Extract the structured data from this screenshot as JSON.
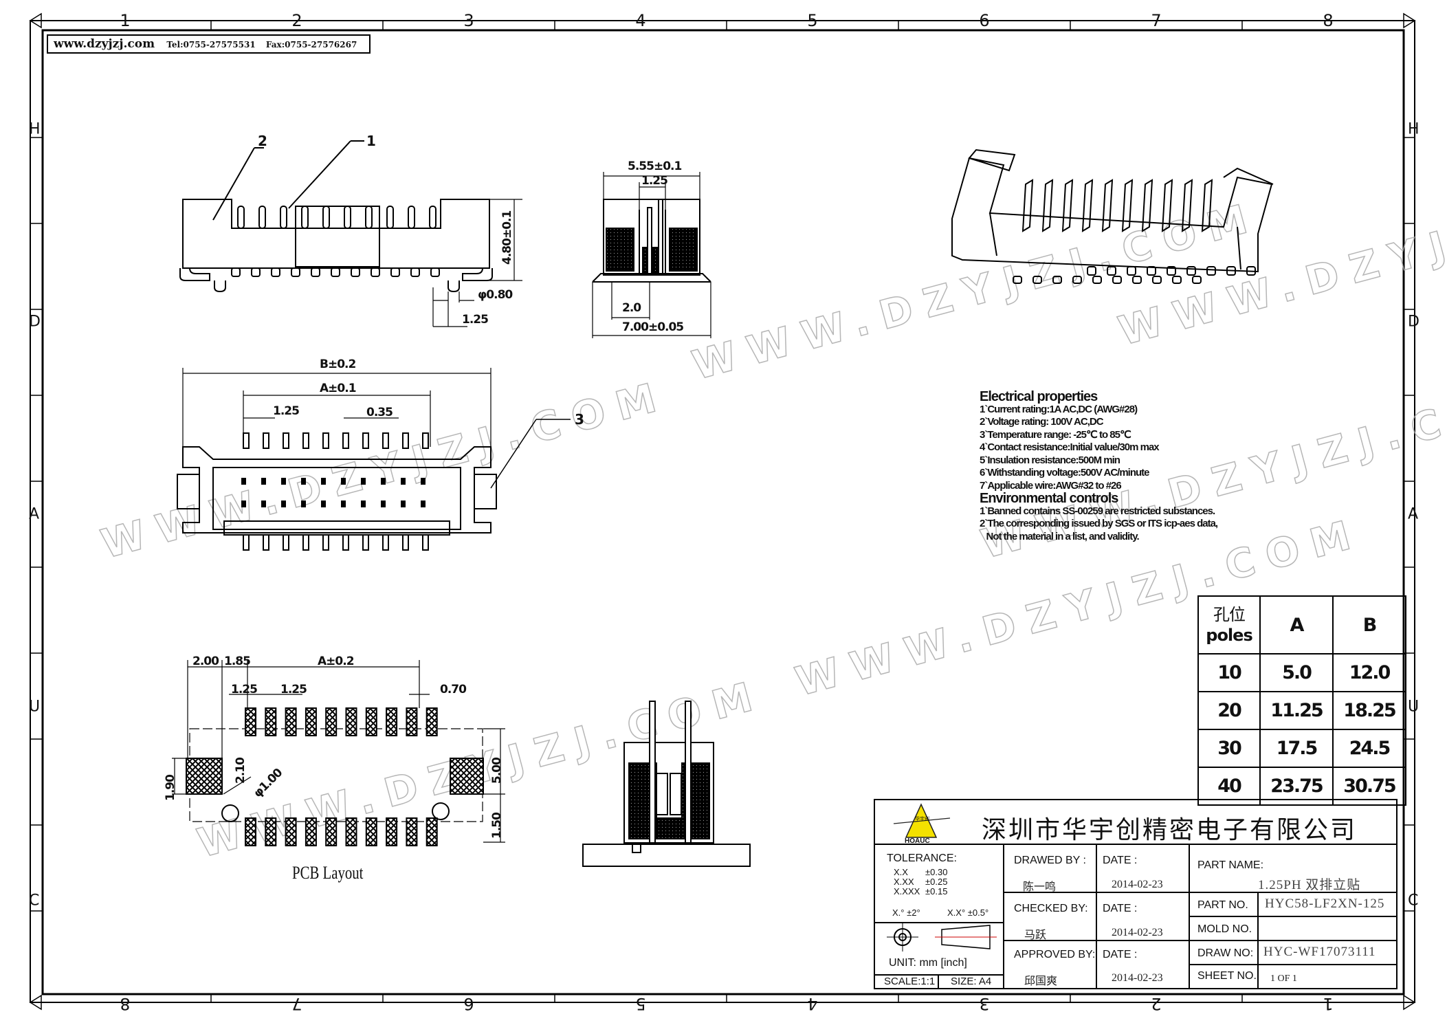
{
  "header": {
    "website": "www.dzyjzj.com",
    "tel": "Tel:0755-27575531",
    "fax": "Fax:0755-27576267"
  },
  "border_zones": {
    "top": [
      "1",
      "2",
      "3",
      "4",
      "5",
      "6",
      "7",
      "8"
    ],
    "bottom": [
      "8",
      "7",
      "6",
      "5",
      "4",
      "3",
      "2",
      "1"
    ],
    "left": [
      "H",
      "D",
      "A",
      "U",
      "C"
    ],
    "right": [
      "H",
      "D",
      "A",
      "U",
      "C"
    ]
  },
  "watermark": "WWW.DZYJZJ.COM",
  "side_view": {
    "balloon_1": "1",
    "balloon_2": "2",
    "height_dim": "4.80±0.1",
    "pin_dia": "φ0.80",
    "pin_offset": "1.25"
  },
  "end_view": {
    "width_dim": "5.55±0.1",
    "pitch_dim": "1.25",
    "inner_dim": "2.0",
    "overall_dim": "7.00±0.05"
  },
  "top_view": {
    "b_dim": "B±0.2",
    "a_dim": "A±0.1",
    "pitch_dim": "1.25",
    "gap_dim": "0.35",
    "balloon_3": "3"
  },
  "pcb_layout": {
    "title": "PCB Layout",
    "dim_200": "2.00",
    "dim_185": "1.85",
    "a_dim": "A±0.2",
    "pitch_a": "1.25",
    "pitch_b": "1.25",
    "pad_width": "0.70",
    "dim_190": "1.90",
    "dim_210": "2.10",
    "hole": "φ1.00",
    "dim_500": "5.00",
    "dim_150": "1.50"
  },
  "properties": {
    "electrical_title": "Electrical properties",
    "electrical": [
      "1`Current rating:1A AC,DC (AWG#28)",
      "2`Voltage rating: 100V AC,DC",
      "3`Temperature range: -25℃ to 85℃",
      "4`Contact resistance:Initial value/30m max",
      "5`Insulation resistance:500M min",
      "6`Withstanding voltage:500V AC/minute",
      "7`Applicable wire:AWG#32 to #26"
    ],
    "environmental_title": "Environmental controls",
    "environmental": [
      "1`Banned contains SS-00259 are restricted substances.",
      "2`The corresponding issued by SGS or ITS icp-aes data,",
      "   Not the material in a list, and validity."
    ]
  },
  "poles_table": {
    "header_cn": "孔位",
    "header_en": "poles",
    "col_a": "A",
    "col_b": "B",
    "rows": [
      {
        "poles": "10",
        "a": "5.0",
        "b": "12.0"
      },
      {
        "poles": "20",
        "a": "11.25",
        "b": "18.25"
      },
      {
        "poles": "30",
        "a": "17.5",
        "b": "24.5"
      },
      {
        "poles": "40",
        "a": "23.75",
        "b": "30.75"
      }
    ]
  },
  "title_block": {
    "logo_text": "HOAUC",
    "logo_cn": "华宇创",
    "company": "深圳市华宇创精密电子有限公司",
    "tolerance_label": "TOLERANCE:",
    "tol_lines": [
      {
        "k": "X.X",
        "v": "±0.30"
      },
      {
        "k": "X.XX",
        "v": "±0.25"
      },
      {
        "k": "X.XXX",
        "v": "±0.15"
      }
    ],
    "angle_tol_a": "X.° ±2°",
    "angle_tol_b": "X.X° ±0.5°",
    "unit": "UNIT:  mm  [inch]",
    "scale": "SCALE:1:1",
    "size": "SIZE: A4",
    "drawn_by_label": "DRAWED BY :",
    "drawn_by": "陈一鸣",
    "checked_by_label": "CHECKED BY:",
    "checked_by": "马跃",
    "approved_by_label": "APPROVED BY:",
    "approved_by": "邱国爽",
    "date_label": "DATE :",
    "date1": "2014-02-23",
    "date2": "2014-02-23",
    "date3": "2014-02-23",
    "part_name_label": "PART NAME:",
    "part_name": "1.25PH 双排立贴",
    "part_no_label": "PART NO.",
    "part_no": "HYC58-LF2XN-125",
    "mold_no_label": "MOLD NO.",
    "mold_no": "",
    "draw_no_label": "DRAW NO:",
    "draw_no": "HYC-WF17073111",
    "sheet_no_label": "SHEET NO.",
    "sheet_no": "1 OF 1"
  }
}
